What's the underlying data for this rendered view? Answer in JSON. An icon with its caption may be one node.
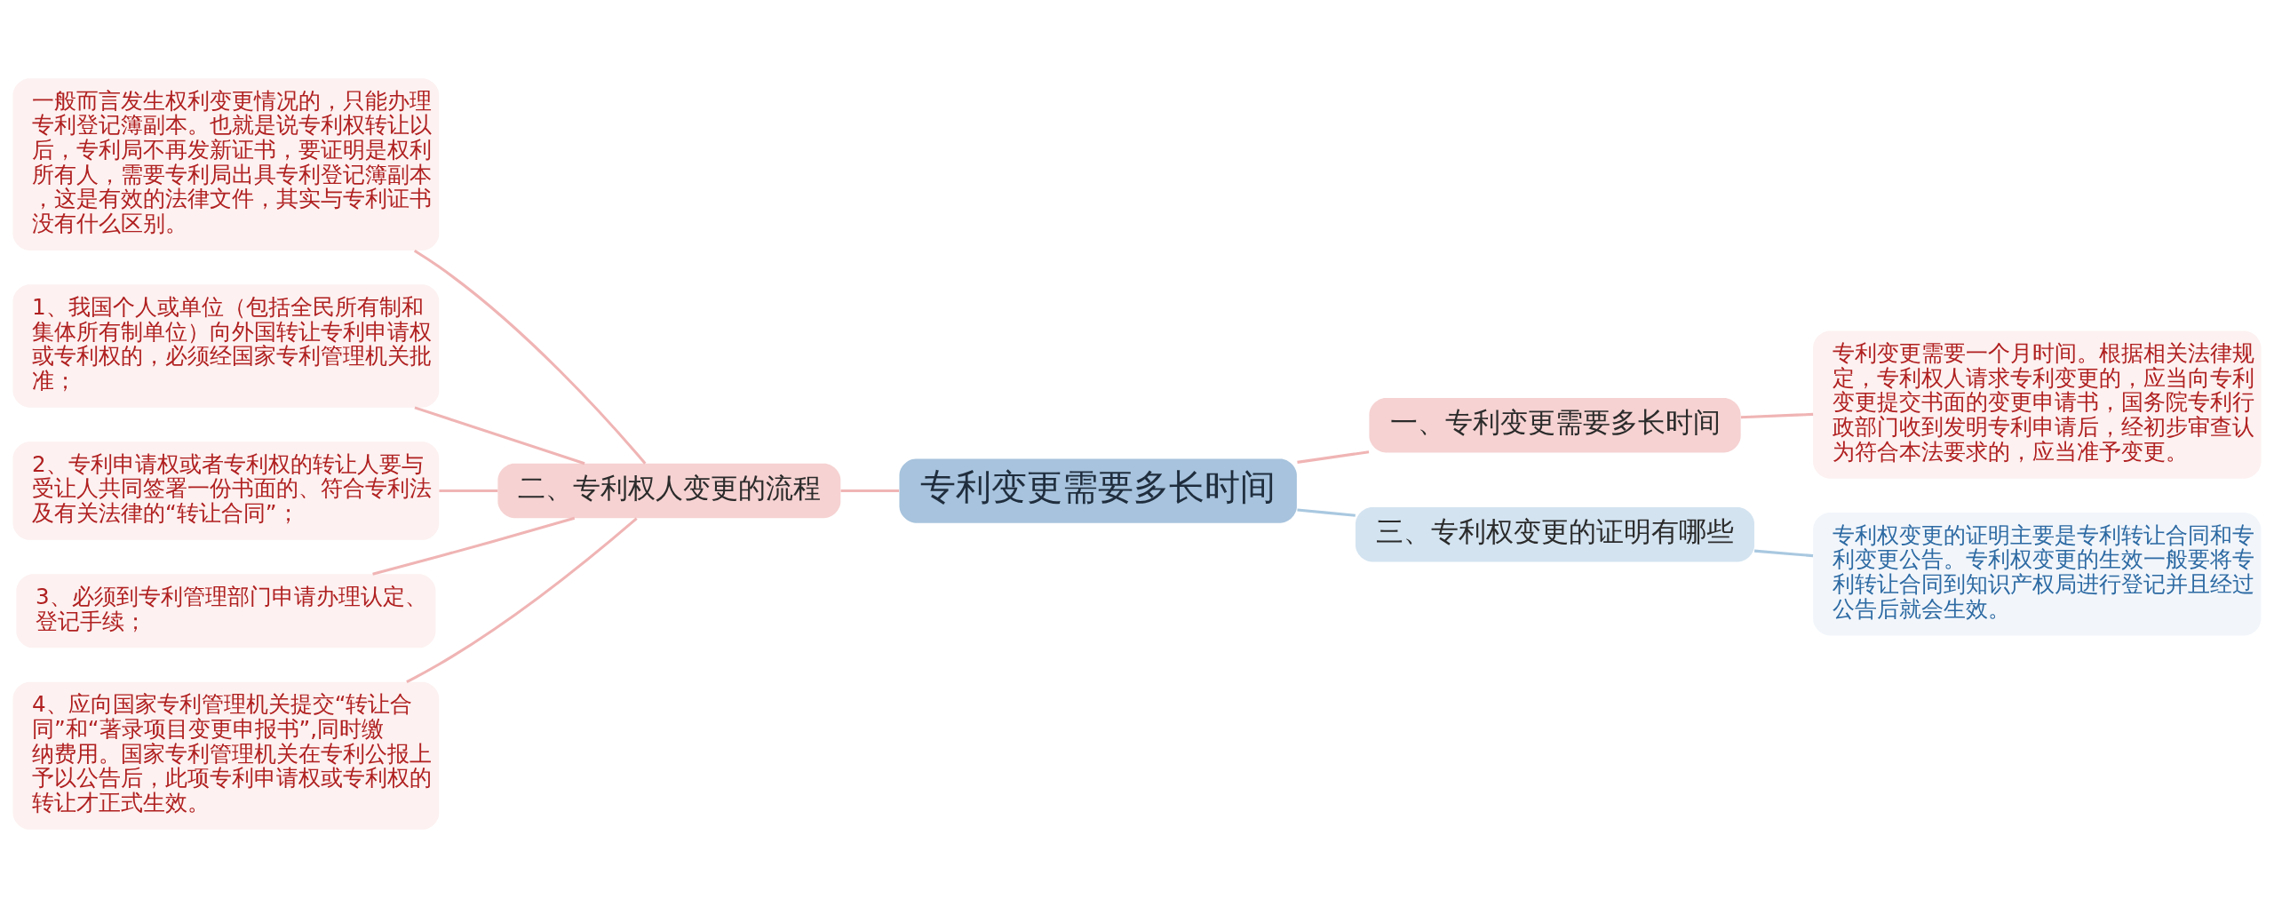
{
  "diagram": {
    "nodes": [
      {
        "text": [
          "专利变更需要多长时间"
        ]
      },
      {
        "text": [
          "一、专利变更需要多长时间"
        ]
      },
      {
        "text": [
          "专利变更需要一个月时间。根据相关法律规定，专利权人请求专利变更的，应当向专利变更提交书面的变更申请书，国务院专利行政部门收到发明专利申请后，经初步审查认为符合本法要求的，应当准予变更。"
        ]
      },
      {
        "text": [
          "三、专利权变更的证明有哪些"
        ]
      },
      {
        "text": [
          "专利权变更的证明主要是专利转让合同和专利变更公告。专利权变更的生效一般要将专利转让合同到知识产权局进行登记并且经过公告后就会生效。"
        ]
      },
      {
        "text": [
          "二、专利权人变更的流程"
        ]
      },
      {
        "text": [
          "一般而言发生权利变更情况的，只能办理专利登记簿副本。也就是说专利权转让以后，专利局不再发新证书，要证明是权利所有人，需要专利局出具专利登记簿副本，这是有效的法律文件，其实与专利证书没有什么区别。"
        ]
      },
      {
        "text": [
          "1、我国个人或单位（包括全民所有制和集体所有制单位）向外国转让专利申请权或专利权的，必须经国家专利管理机关批准；"
        ]
      },
      {
        "text": [
          "2、专利申请权或者专利权的转让人要与受让人共同签署一份书面的、符合专利法及有关法律的“转让合同”；"
        ]
      },
      {
        "text": [
          "3、必须到专利管理部门申请办理认定、登记手续；"
        ]
      },
      {
        "text": [
          "4、应向国家专利管理机关提交“转让合同”和“著录项目变更申报书”,同时缴纳费用。国家专利管理机关在专利公报上予以公告后，此项专利申请权或专利权的转让才正式生效。"
        ]
      }
    ],
    "edges": [
      {
        "from": 0,
        "to": 1,
        "arrow": "none"
      },
      {
        "from": 1,
        "to": 2,
        "arrow": "none"
      },
      {
        "from": 0,
        "to": 3,
        "arrow": "none",
        "color": "#a9c8e0"
      },
      {
        "from": 3,
        "to": 4,
        "arrow": "none",
        "color": "#a9c8e0"
      },
      {
        "from": 0,
        "to": 5,
        "arrow": "none"
      },
      {
        "from": 5,
        "to": 6,
        "arrow": "none"
      },
      {
        "from": 5,
        "to": 7,
        "arrow": "none"
      },
      {
        "from": 5,
        "to": 8,
        "arrow": "none"
      },
      {
        "from": 5,
        "to": 9,
        "arrow": "none"
      },
      {
        "from": 5,
        "to": 10,
        "arrow": "none"
      }
    ]
  }
}
